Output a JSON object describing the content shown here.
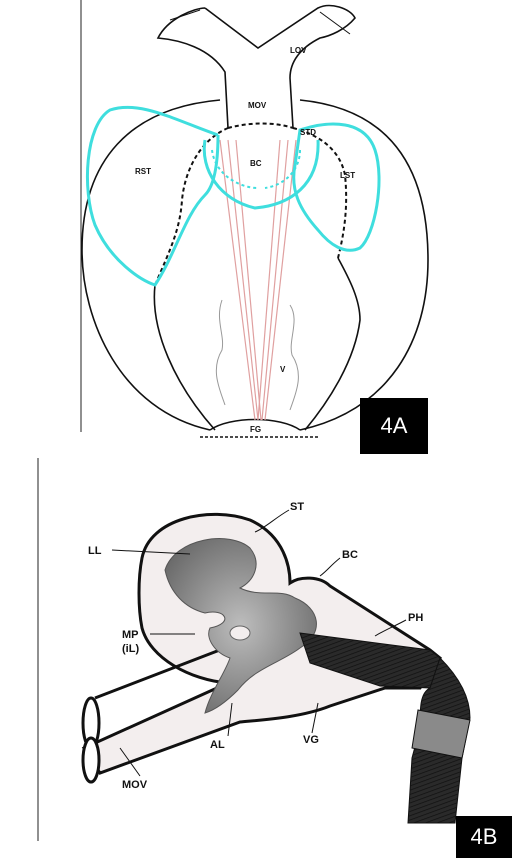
{
  "figure_a": {
    "tag": "4A",
    "labels": {
      "lov": "LOV",
      "mov": "MOV",
      "std": "STD",
      "bc": "BC",
      "rst": "RST",
      "lst": "LST",
      "v": "V",
      "fg": "FG"
    }
  },
  "figure_b": {
    "tag": "4B",
    "labels": {
      "st": "ST",
      "ll": "LL",
      "bc": "BC",
      "ph": "PH",
      "mp": "MP",
      "il": "(iL)",
      "al": "AL",
      "vg": "VG",
      "mov": "MOV"
    }
  },
  "colors": {
    "outline": "#111111",
    "cyan": "#3fdede",
    "red_line": "#e0a0a0",
    "gray": "#999999"
  }
}
